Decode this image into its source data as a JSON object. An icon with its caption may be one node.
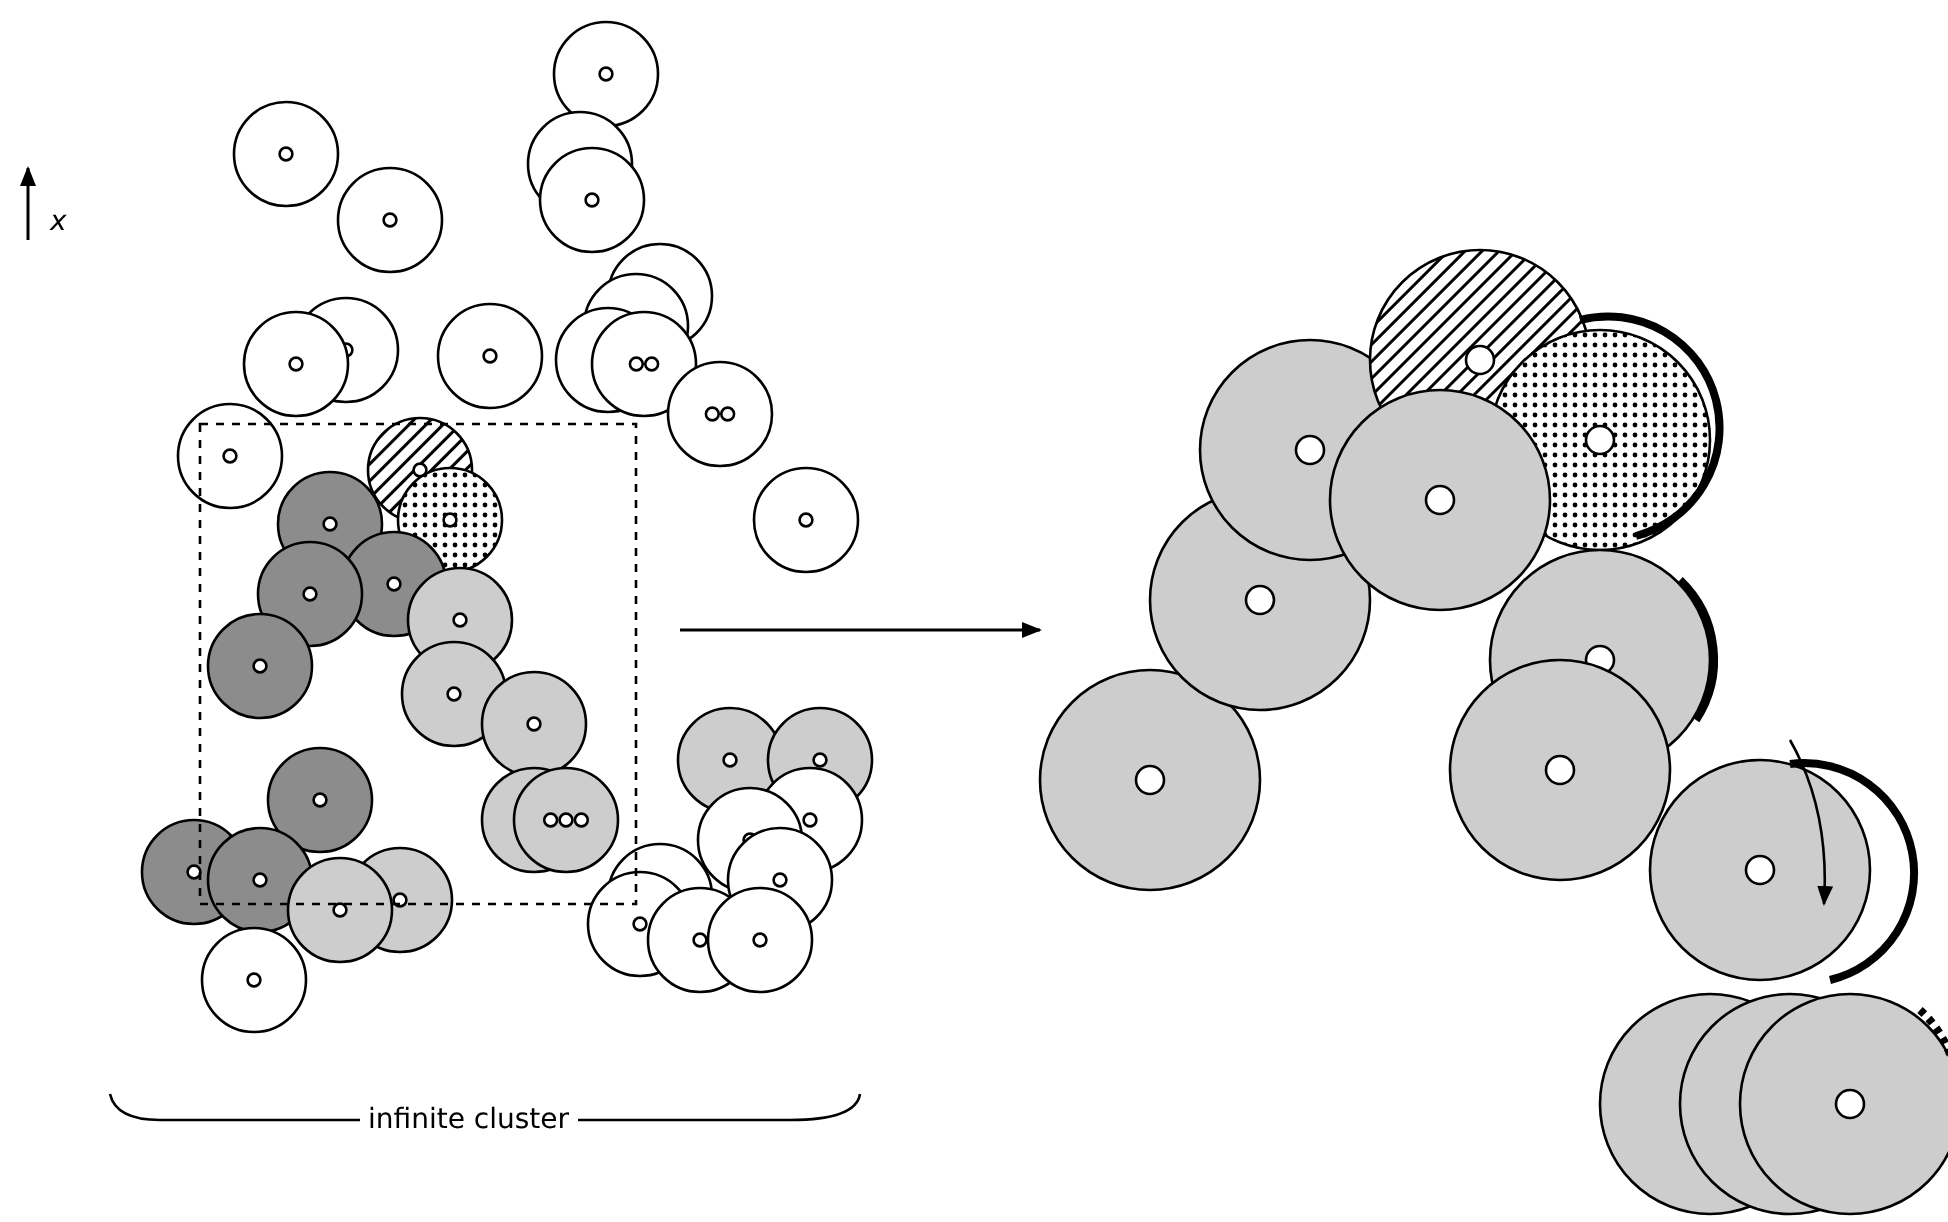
{
  "diagram": {
    "nodes": [
      {
        "text": [],
        "shape": "box"
      },
      {
        "text": [],
        "shape": "picture"
      }
    ],
    "edges": [
      {
        "from": 0,
        "to": 1,
        "arrow": "to"
      }
    ],
    "labels": [
      "x",
      "infinite cluster"
    ]
  }
}
